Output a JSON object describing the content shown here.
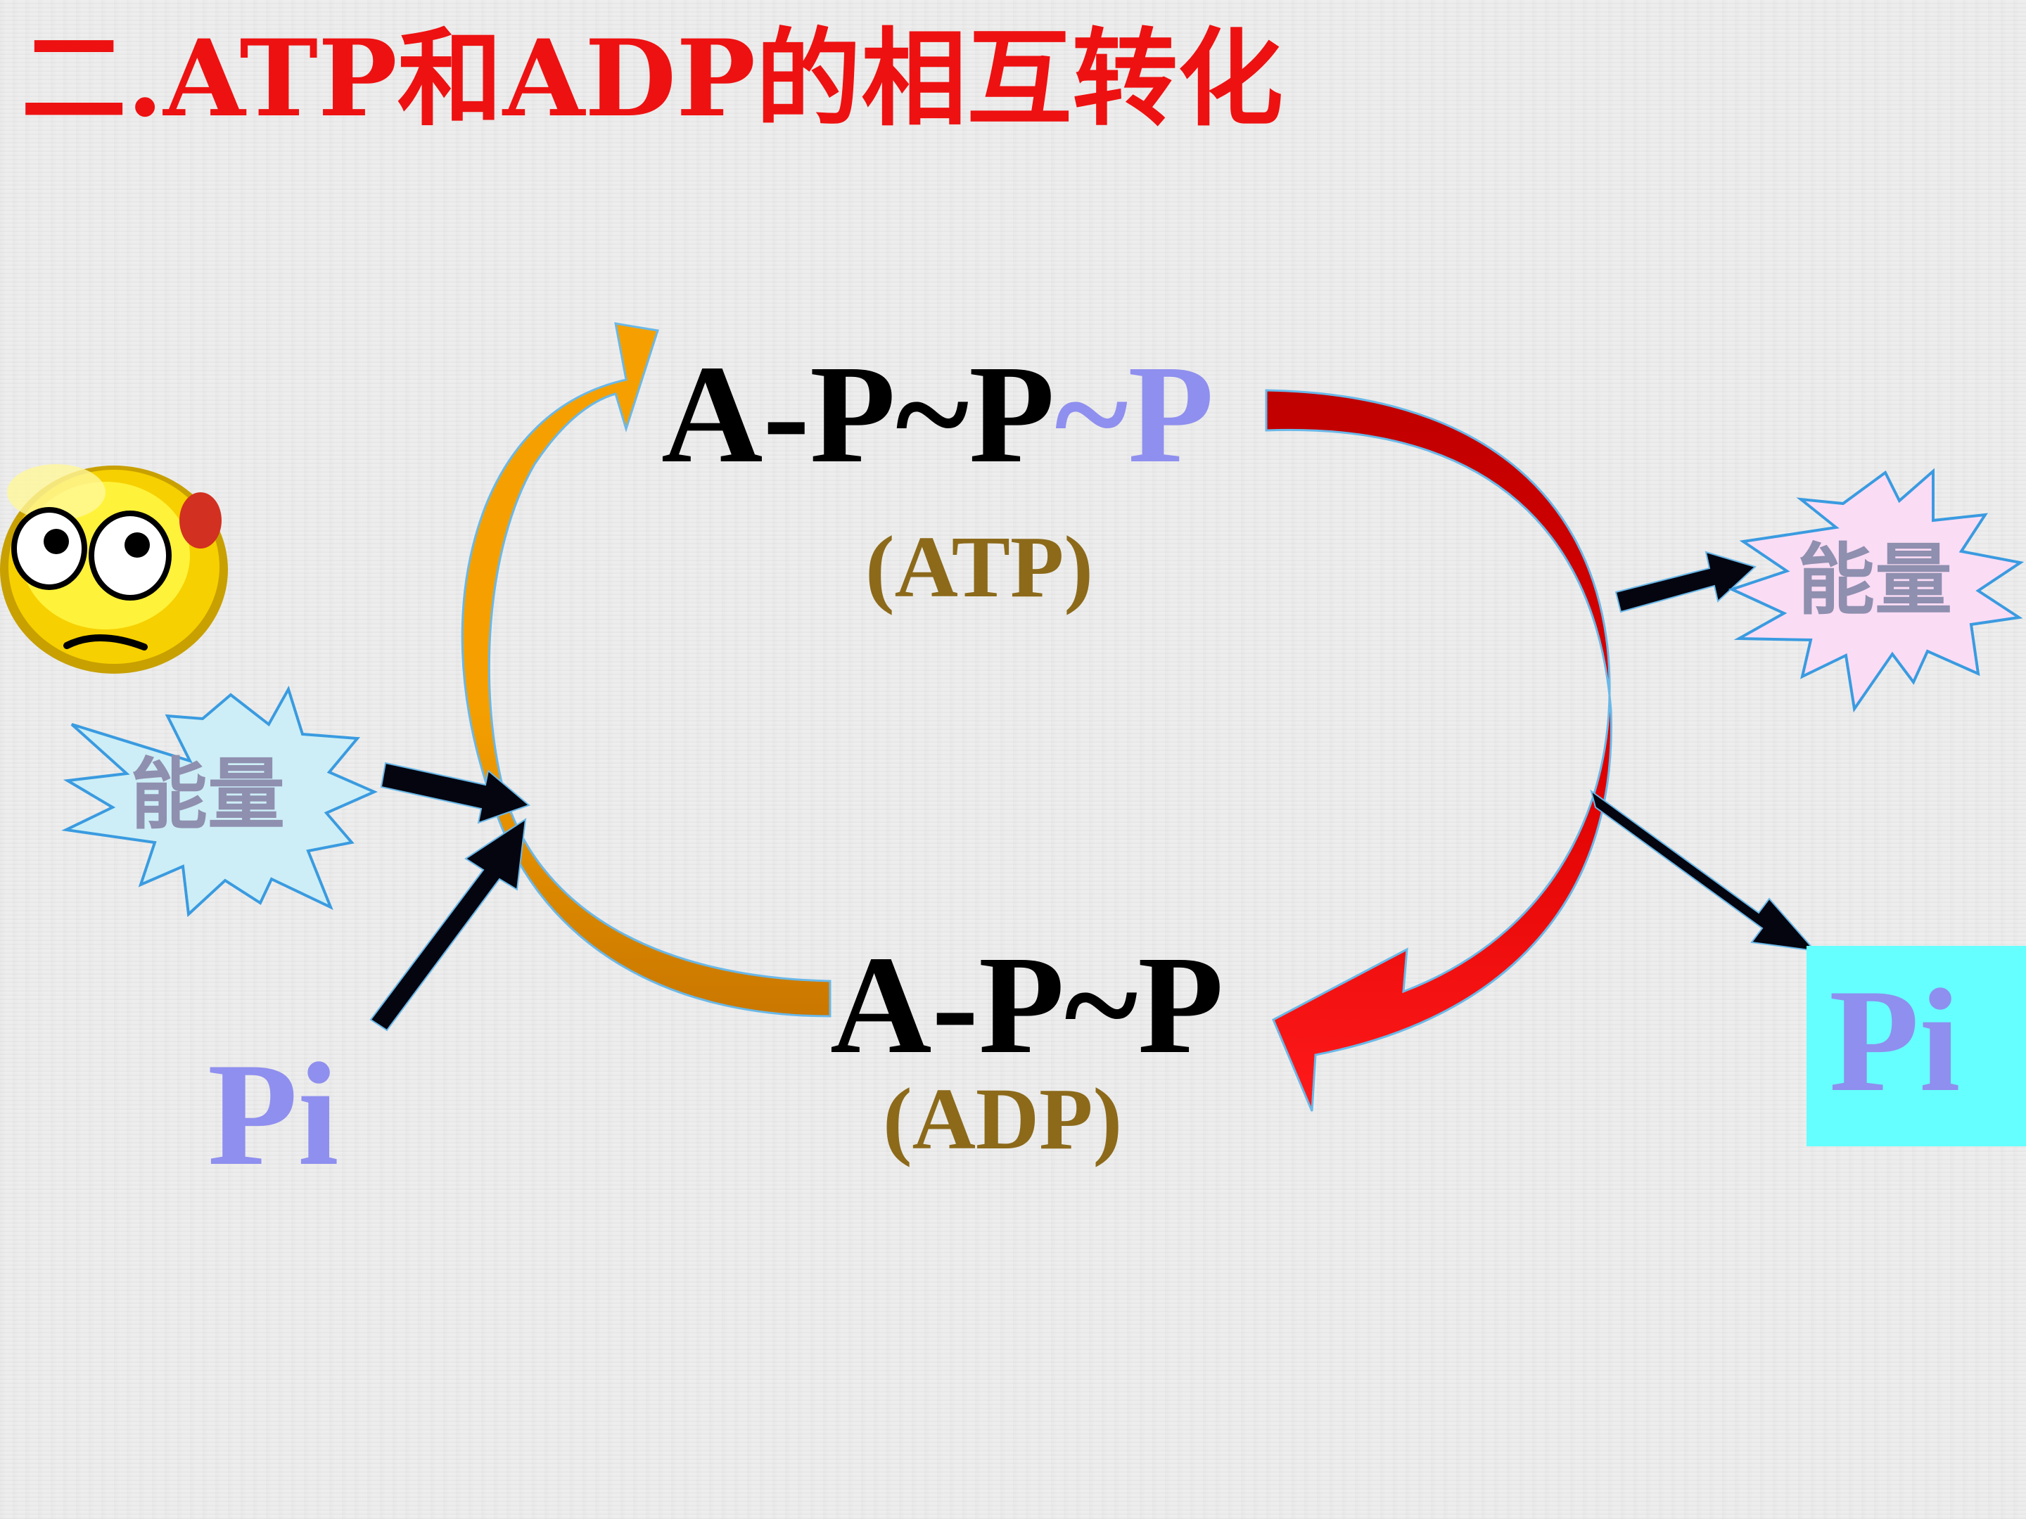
{
  "title": "二.ATP和ADP的相互转化",
  "atp": {
    "formula_dark": "A-P~P",
    "formula_light": "~P",
    "label": "(ATP)"
  },
  "adp": {
    "formula": "A-P~P",
    "label": "(ADP)"
  },
  "energy_left": "能量",
  "energy_right": "能量",
  "pi_left": "Pi",
  "pi_right": "Pi",
  "colors": {
    "title": "#ee1111",
    "formula_light": "#8f8fef",
    "label": "#8c6a1a",
    "synthesis_arrow": "#f5a000",
    "hydrolysis_arrow": "#d40000",
    "pi_box": "#66ffff",
    "starburst_fill": "#cdeef6",
    "starburst_right_fill": "#fbdcf5"
  },
  "icons": [
    "confused-face-icon"
  ]
}
